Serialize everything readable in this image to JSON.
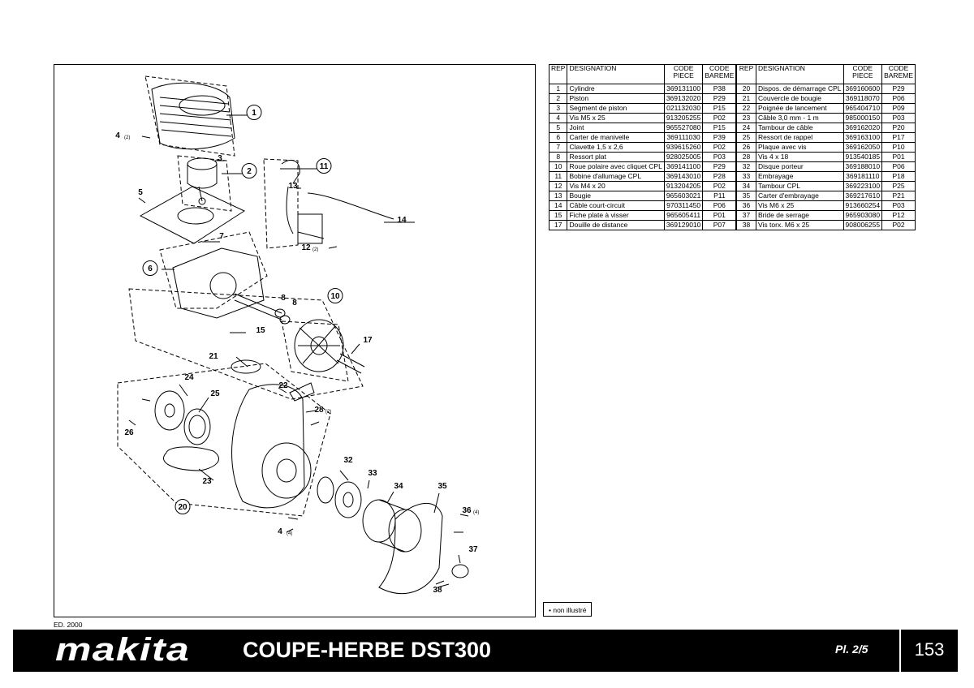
{
  "edition": "ED. 2000",
  "note": "• non illustré",
  "table_headers": {
    "rep": "REP",
    "designation": "DESIGNATION",
    "code_piece": [
      "CODE",
      "PIECE"
    ],
    "code_bareme": [
      "CODE",
      "BAREME"
    ]
  },
  "parts_left": [
    {
      "rep": "1",
      "designation": "Cylindre",
      "code": "369131100",
      "bareme": "P38"
    },
    {
      "rep": "2",
      "designation": "Piston",
      "code": "369132020",
      "bareme": "P29"
    },
    {
      "rep": "3",
      "designation": "Segment de piston",
      "code": "021132030",
      "bareme": "P15"
    },
    {
      "rep": "4",
      "designation": "Vis M5 x 25",
      "code": "913205255",
      "bareme": "P02"
    },
    {
      "rep": "5",
      "designation": "Joint",
      "code": "965527080",
      "bareme": "P15"
    },
    {
      "rep": "6",
      "designation": "Carter de manivelle",
      "code": "369111030",
      "bareme": "P39"
    },
    {
      "rep": "7",
      "designation": "Clavette 1,5 x 2,6",
      "code": "939615260",
      "bareme": "P02"
    },
    {
      "rep": "8",
      "designation": "Ressort plat",
      "code": "928025005",
      "bareme": "P03"
    },
    {
      "rep": "10",
      "designation": "Roue polaire avec cliquet CPL",
      "code": "369141100",
      "bareme": "P29"
    },
    {
      "rep": "11",
      "designation": "Bobine d'allumage CPL",
      "code": "369143010",
      "bareme": "P28"
    },
    {
      "rep": "12",
      "designation": "Vis M4 x 20",
      "code": "913204205",
      "bareme": "P02"
    },
    {
      "rep": "13",
      "designation": "Bougie",
      "code": "965603021",
      "bareme": "P11"
    },
    {
      "rep": "14",
      "designation": "Câble court-circuit",
      "code": "970311450",
      "bareme": "P06"
    },
    {
      "rep": "15",
      "designation": "Fiche plate à visser",
      "code": "965605411",
      "bareme": "P01"
    },
    {
      "rep": "17",
      "designation": "Douille de distance",
      "code": "369129010",
      "bareme": "P07"
    }
  ],
  "parts_right": [
    {
      "rep": "20",
      "designation": "Dispos. de démarrage CPL",
      "code": "369160600",
      "bareme": "P29"
    },
    {
      "rep": "21",
      "designation": "Couvercle de bougie",
      "code": "369118070",
      "bareme": "P06"
    },
    {
      "rep": "22",
      "designation": "Poignée de lancement",
      "code": "965404710",
      "bareme": "P09"
    },
    {
      "rep": "23",
      "designation": "Câble 3,0 mm - 1 m",
      "code": "985000150",
      "bareme": "P03"
    },
    {
      "rep": "24",
      "designation": "Tambour de câble",
      "code": "369162020",
      "bareme": "P20"
    },
    {
      "rep": "25",
      "designation": "Ressort de rappel",
      "code": "369163100",
      "bareme": "P17"
    },
    {
      "rep": "26",
      "designation": "Plaque avec vis",
      "code": "369162050",
      "bareme": "P10"
    },
    {
      "rep": "28",
      "designation": "Vis 4 x 18",
      "code": "913540185",
      "bareme": "P01"
    },
    {
      "rep": "32",
      "designation": "Disque porteur",
      "code": "369188010",
      "bareme": "P06"
    },
    {
      "rep": "33",
      "designation": "Embrayage",
      "code": "369181110",
      "bareme": "P18"
    },
    {
      "rep": "34",
      "designation": "Tambour CPL",
      "code": "369223100",
      "bareme": "P25"
    },
    {
      "rep": "35",
      "designation": "Carter d'embrayage",
      "code": "369217610",
      "bareme": "P21"
    },
    {
      "rep": "36",
      "designation": "Vis M6 x 25",
      "code": "913660254",
      "bareme": "P03"
    },
    {
      "rep": "37",
      "designation": "Bride de serrage",
      "code": "965903080",
      "bareme": "P12"
    },
    {
      "rep": "38",
      "designation": "Vis torx. M6 x 25",
      "code": "908006255",
      "bareme": "P02"
    }
  ],
  "callouts": [
    {
      "label": "1",
      "circled": true
    },
    {
      "label": "2",
      "circled": true
    },
    {
      "label": "3",
      "circled": false
    },
    {
      "label": "4",
      "sub": "(2)",
      "circled": false
    },
    {
      "label": "5",
      "circled": false
    },
    {
      "label": "6",
      "circled": true
    },
    {
      "label": "7",
      "circled": false
    },
    {
      "label": "8",
      "circled": false
    },
    {
      "label": "8",
      "circled": false
    },
    {
      "label": "10",
      "circled": true
    },
    {
      "label": "11",
      "circled": true
    },
    {
      "label": "12",
      "sub": "(2)",
      "circled": false
    },
    {
      "label": "13",
      "circled": false
    },
    {
      "label": "14",
      "circled": false
    },
    {
      "label": "15",
      "circled": false
    },
    {
      "label": "17",
      "circled": false
    },
    {
      "label": "20",
      "circled": true
    },
    {
      "label": "21",
      "circled": false
    },
    {
      "label": "22",
      "circled": false
    },
    {
      "label": "23",
      "circled": false
    },
    {
      "label": "24",
      "circled": false
    },
    {
      "label": "25",
      "circled": false
    },
    {
      "label": "26",
      "circled": false
    },
    {
      "label": "28",
      "sub": "(2)",
      "circled": false
    },
    {
      "label": "32",
      "circled": false
    },
    {
      "label": "33",
      "circled": false
    },
    {
      "label": "34",
      "circled": false
    },
    {
      "label": "35",
      "circled": false
    },
    {
      "label": "36",
      "sub": "(4)",
      "circled": false
    },
    {
      "label": "37",
      "circled": false
    },
    {
      "label": "38",
      "circled": false
    },
    {
      "label": "4",
      "sub": "(4)",
      "circled": false
    }
  ],
  "footer": {
    "brand": "makita",
    "title": "COUPE-HERBE DST300",
    "plate": "Pl. 2/5",
    "page_number": "153"
  }
}
